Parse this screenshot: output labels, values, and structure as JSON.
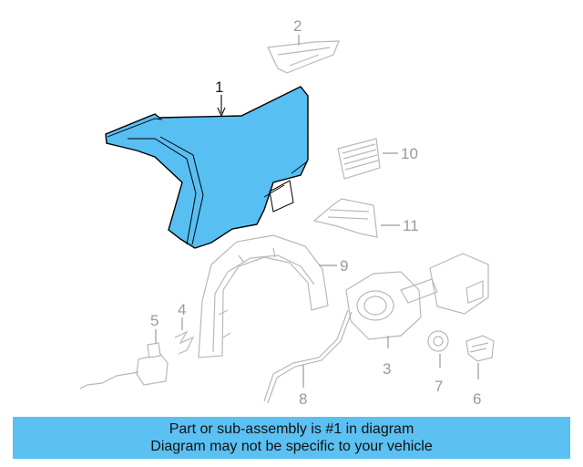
{
  "colors": {
    "highlight_part": "#58bff3",
    "banner_background": "#5bc0f2",
    "ghost_parts": "#b8b8b8"
  },
  "callouts": [
    "1",
    "2",
    "3",
    "4",
    "5",
    "6",
    "7",
    "8",
    "9",
    "10",
    "11"
  ],
  "highlighted_callout": "1",
  "banner": {
    "line1": "Part or sub-assembly is #1 in diagram",
    "line2": "Diagram may not be specific to your vehicle"
  }
}
